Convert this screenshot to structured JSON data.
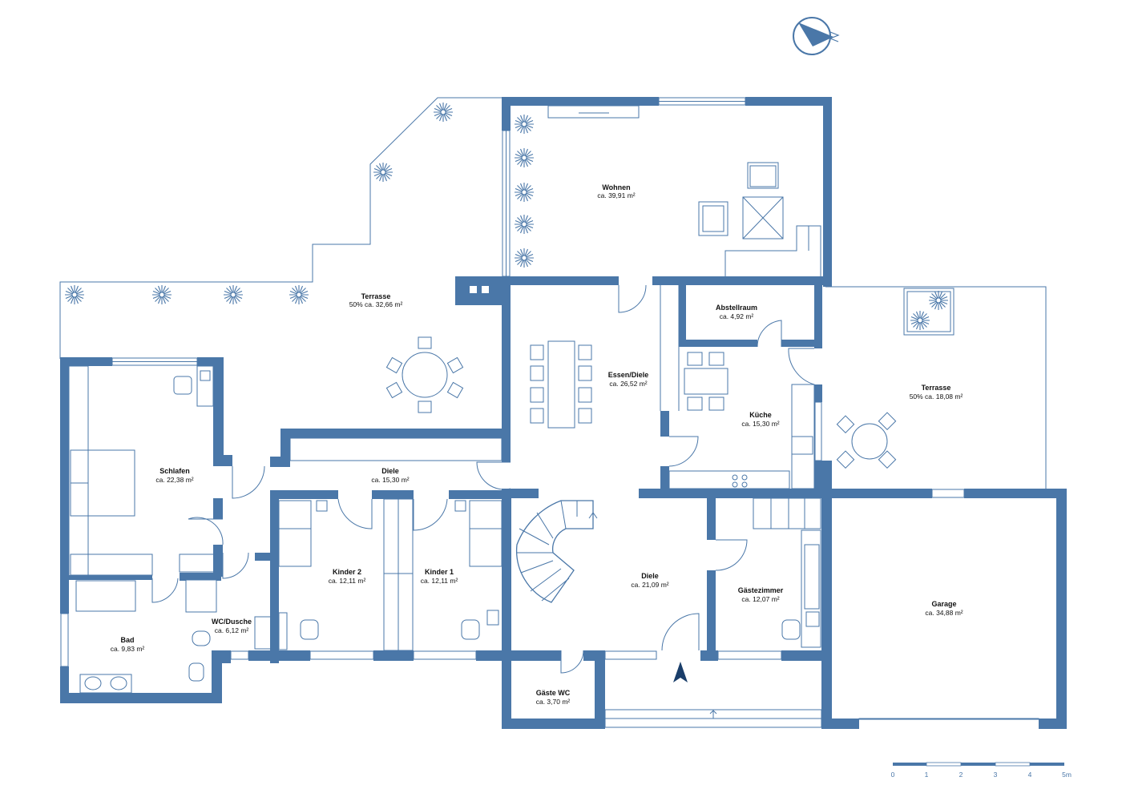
{
  "accent_color": "#4a77a8",
  "rooms": {
    "wohnen": {
      "name": "Wohnen",
      "area": "ca. 39,91 m²"
    },
    "terrasse_west": {
      "name": "Terrasse",
      "area": "50% ca. 32,66 m²"
    },
    "abstellraum": {
      "name": "Abstellraum",
      "area": "ca. 4,92 m²"
    },
    "essen_diele": {
      "name": "Essen/Diele",
      "area": "ca. 26,52 m²"
    },
    "kueche": {
      "name": "Küche",
      "area": "ca. 15,30 m²"
    },
    "terrasse_east": {
      "name": "Terrasse",
      "area": "50% ca. 18,08 m²"
    },
    "schlafen": {
      "name": "Schlafen",
      "area": "ca. 22,38 m²"
    },
    "diele_upper": {
      "name": "Diele",
      "area": "ca. 15,30 m²"
    },
    "kinder2": {
      "name": "Kinder 2",
      "area": "ca. 12,11 m²"
    },
    "kinder1": {
      "name": "Kinder 1",
      "area": "ca. 12,11 m²"
    },
    "diele_lower": {
      "name": "Diele",
      "area": "ca. 21,09 m²"
    },
    "gaestezimmer": {
      "name": "Gästezimmer",
      "area": "ca. 12,07 m²"
    },
    "garage": {
      "name": "Garage",
      "area": "ca. 34,88 m²"
    },
    "wc_dusche": {
      "name": "WC/Dusche",
      "area": "ca. 6,12 m²"
    },
    "bad": {
      "name": "Bad",
      "area": "ca. 9,83 m²"
    },
    "gaeste_wc": {
      "name": "Gäste WC",
      "area": "ca. 3,70 m²"
    }
  },
  "scale_bar": {
    "labels": [
      "0",
      "1",
      "2",
      "3",
      "4",
      "5m"
    ]
  },
  "icons": {
    "compass": "north-arrow-icon",
    "entrance": "entrance-arrow-icon"
  }
}
